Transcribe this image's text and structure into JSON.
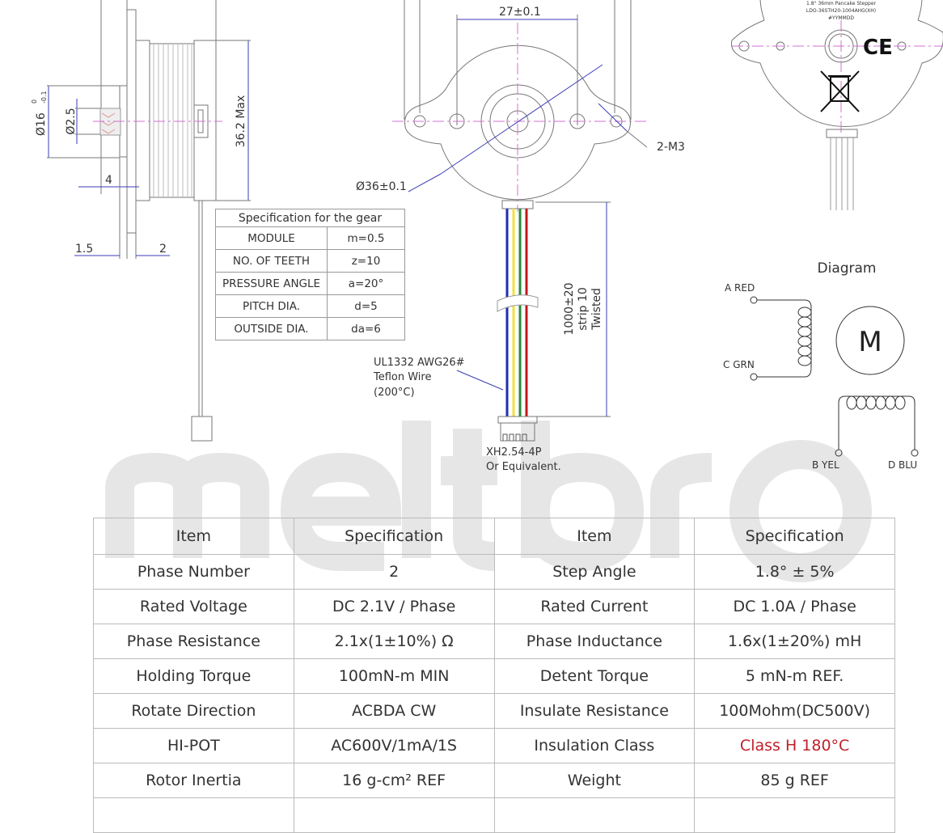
{
  "watermark": "meltbro",
  "side_view": {
    "dim_outer_dia": "Ø16",
    "dim_outer_tol_upper": "0",
    "dim_outer_tol_lower": "-0.1",
    "dim_shaft_dia": "Ø2.5",
    "dim_height": "36.2 Max",
    "dim_4": "4",
    "dim_1_5": "1.5",
    "dim_2": "2"
  },
  "gear_table": {
    "title": "Specification for the gear",
    "rows": [
      {
        "label": "MODULE",
        "value": "m=0.5"
      },
      {
        "label": "NO.  OF TEETH",
        "value": "z=10"
      },
      {
        "label": "PRESSURE ANGLE",
        "value": "a=20°"
      },
      {
        "label": "PITCH DIA.",
        "value": "d=5"
      },
      {
        "label": "OUTSIDE DIA.",
        "value": "da=6"
      }
    ]
  },
  "front_view": {
    "dim_hole_spacing": "27±0.1",
    "dim_diameter": "Ø36±0.1",
    "dim_mount": "2-M3",
    "wire_length_lines": [
      "1000±20",
      "strip 10",
      "Twisted"
    ],
    "wire_label_lines": [
      "UL1332 AWG26#",
      "Teflon Wire",
      "(200°C)"
    ],
    "connector_label_lines": [
      "XH2.54-4P",
      "Or Equivalent."
    ],
    "wire_colors": [
      "#1f2fb0",
      "#f0e040",
      "#2a8a3a",
      "#c01818"
    ]
  },
  "back_view": {
    "label_lines": [
      "1.8° 36mm Pancake Stepper",
      "LDO-36STH20-1004AHG(XH)",
      "#YYMMDD"
    ],
    "ce_mark": "CE"
  },
  "wiring_diagram": {
    "title": "Diagram",
    "motor_symbol": "M",
    "terminals": [
      "A RED",
      "C GRN",
      "B YEL",
      "D BLU"
    ]
  },
  "spec_table": {
    "headers": [
      "Item",
      "Specification",
      "Item",
      "Specification"
    ],
    "rows": [
      [
        "Phase Number",
        "2",
        "Step Angle",
        "1.8° ± 5%"
      ],
      [
        "Rated Voltage",
        "DC 2.1V / Phase",
        "Rated Current",
        "DC 1.0A / Phase"
      ],
      [
        "Phase Resistance",
        "2.1x(1±10%) Ω",
        "Phase Inductance",
        "1.6x(1±20%) mH"
      ],
      [
        "Holding Torque",
        "100mN-m MIN",
        "Detent Torque",
        "5 mN-m REF."
      ],
      [
        "Rotate Direction",
        "ACBDA CW",
        "Insulate Resistance",
        "100Mohm(DC500V)"
      ],
      [
        "HI-POT",
        "AC600V/1mA/1S",
        "Insulation Class",
        "Class H 180°C"
      ],
      [
        "Rotor Inertia",
        "16 g-cm² REF",
        "Weight",
        "85 g REF"
      ],
      [
        "",
        "",
        "",
        ""
      ]
    ],
    "highlight_color": "#c0202a"
  }
}
